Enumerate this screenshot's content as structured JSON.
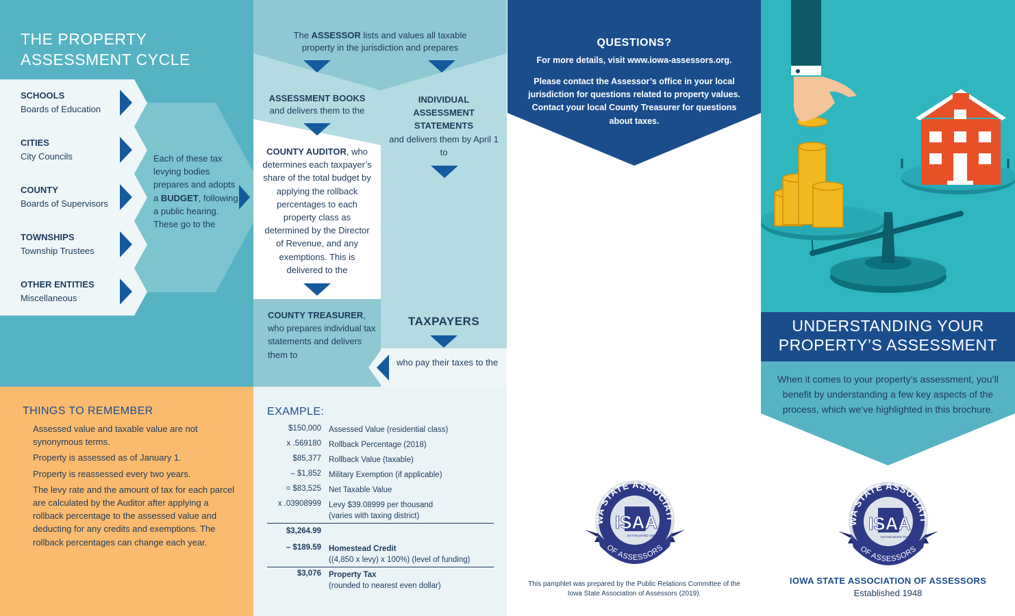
{
  "cycle": {
    "title": "THE PROPERTY ASSESSMENT CYCLE",
    "entities": [
      {
        "name": "SCHOOLS",
        "body": "Boards of Education"
      },
      {
        "name": "CITIES",
        "body": "City Councils"
      },
      {
        "name": "COUNTY",
        "body": "Boards of Supervisors"
      },
      {
        "name": "TOWNSHIPS",
        "body": "Township Trustees"
      },
      {
        "name": "OTHER ENTITIES",
        "body": "Miscellaneous"
      }
    ],
    "budget_pre": "Each of these tax levying bodies prepares and adopts a ",
    "budget_bold": "BUDGET",
    "budget_post": ", following a public hearing. These go to the"
  },
  "flow": {
    "intro_pre": "The ",
    "intro_bold": "ASSESSOR",
    "intro_post": " lists and values all taxable property in the jurisdiction and prepares",
    "books_title": "ASSESSMENT BOOKS",
    "books_body": "and delivers them to the",
    "auditor_bold": "COUNTY AUDITOR",
    "auditor_post": ", who determines each taxpayer’s share of the total budget by applying the rollback percentages to each property class as determined by the Director of Revenue, and any exemptions. This is delivered to the",
    "statements_title": "INDIVIDUAL ASSESSMENT STATEMENTS",
    "statements_body": "and delivers them by April 1 to",
    "treasurer_bold": "COUNTY TREASURER",
    "treasurer_post": ", who prepares individual tax statements and delivers them to",
    "taxpayers": "TAXPAYERS",
    "pay": "who pay their taxes to the"
  },
  "remember": {
    "title": "THINGS TO REMEMBER",
    "items": [
      "Assessed value and taxable value are not synonymous terms.",
      "Property is assessed as of January 1.",
      "Property is reassessed every two years.",
      "The levy rate and the amount of tax for each parcel are calculated by the Auditor after applying a rollback percentage to the assessed value and deducting for any credits and exemptions. The rollback percentages can change each year."
    ]
  },
  "example": {
    "title": "EXAMPLE:",
    "rows": [
      {
        "amount": "$150,000",
        "desc": "Assessed Value (residential class)"
      },
      {
        "amount": "x .569180",
        "desc": "Rollback Percentage (2018)"
      },
      {
        "amount": "$85,377",
        "desc": "Rollback Value (taxable)"
      },
      {
        "amount": "– $1,852",
        "desc": "Military Exemption (if applicable)"
      },
      {
        "amount": "= $83,525",
        "desc": "Net Taxable Value"
      },
      {
        "amount": "x .03908999",
        "desc": "Levy $39.08999 per thousand",
        "desc2": "(varies with taxing district)"
      }
    ],
    "subtotal": "$3,264.99",
    "credit_amount": "– $189.59",
    "credit_title": "Homestead Credit",
    "credit_desc": "((4,850 x levy) x 100%) (level of funding)",
    "total_amount": "$3,076",
    "total_title": "Property Tax",
    "total_desc": "(rounded to nearest even dollar)"
  },
  "questions": {
    "title": "QUESTIONS?",
    "details": "For more details, visit www.iowa-assessors.org.",
    "contact": "Please contact the Assessor’s office in your local jurisdiction for questions related to property values. Contact your local County Treasurer for questions about taxes.",
    "credit": "This pamphlet was prepared by the Public Relations Committee of the Iowa State Association of Assessors (2019)."
  },
  "cover": {
    "title": "UNDERSTANDING YOUR PROPERTY’S ASSESSMENT",
    "intro": "When it comes to your property’s assessment, you’ll benefit by understanding a few key aspects of the process, which we’ve highlighted in this brochure.",
    "org": "IOWA STATE ASSOCIATION OF ASSESSORS",
    "established": "Established 1948"
  },
  "seal": {
    "top_text": "IOWA STATE ASSOCIATION",
    "acronym": "ISAA",
    "ribbon": "OF ASSESSORS",
    "est": "ESTABLISHED 1948"
  },
  "colors": {
    "navy": "#1b4d8c",
    "teal": "#56b3c3",
    "orange": "#fbbb6e",
    "arrow": "#145a9e"
  }
}
